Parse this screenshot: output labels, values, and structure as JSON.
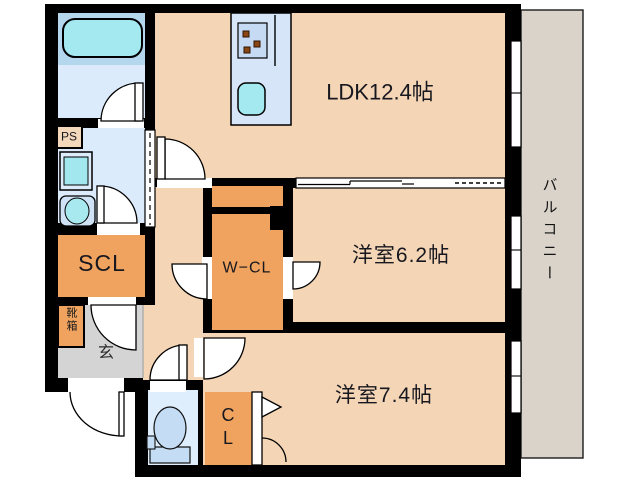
{
  "floorplan": {
    "rooms": {
      "ldk": {
        "label": "LDK12.4帖"
      },
      "bedroom_62": {
        "label": "洋室6.2帖"
      },
      "bedroom_74": {
        "label": "洋室7.4帖"
      },
      "balcony": {
        "label": "バルコニー"
      },
      "walk_in_closet": {
        "label": "W−CL"
      },
      "shoe_closet": {
        "label": "SCL"
      },
      "closet": {
        "lines": [
          "C",
          "L"
        ]
      },
      "entrance": {
        "label": "玄"
      },
      "shoe_box": {
        "label": "靴箱"
      },
      "pipe_space": {
        "label": "PS"
      }
    },
    "colors": {
      "wall": "#000000",
      "room_floor": "#f4d5b5",
      "closet_fill": "#f0a35e",
      "wet_area_floor": "#dcebfb",
      "bath_deck": "#b4d7ee",
      "fixture_cyan": "#a4e8f0",
      "kitchen_counter": "#d6e6f8",
      "stove_panel": "#c6daf4",
      "burner_brown": "#8a4613",
      "toilet_fixture": "#c5dcf5",
      "entrance_floor": "#d4d4d4",
      "balcony_floor": "#d9d3c9",
      "ps_fill": "#f3d8bc"
    }
  }
}
